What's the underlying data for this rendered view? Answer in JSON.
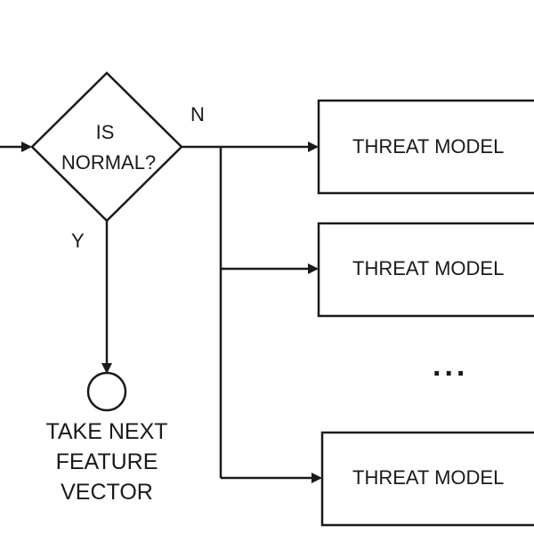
{
  "decision": {
    "line1": "IS",
    "line2": "NORMAL?"
  },
  "branches": {
    "no": "N",
    "yes": "Y"
  },
  "terminal": {
    "line1": "TAKE NEXT",
    "line2": "FEATURE",
    "line3": "VECTOR"
  },
  "threat_models": [
    {
      "label": "THREAT MODEL"
    },
    {
      "label": "THREAT MODEL"
    },
    {
      "label": "THREAT MODEL"
    }
  ],
  "ellipsis": "...",
  "colors": {
    "stroke": "#1a1a1a",
    "background": "#ffffff"
  }
}
